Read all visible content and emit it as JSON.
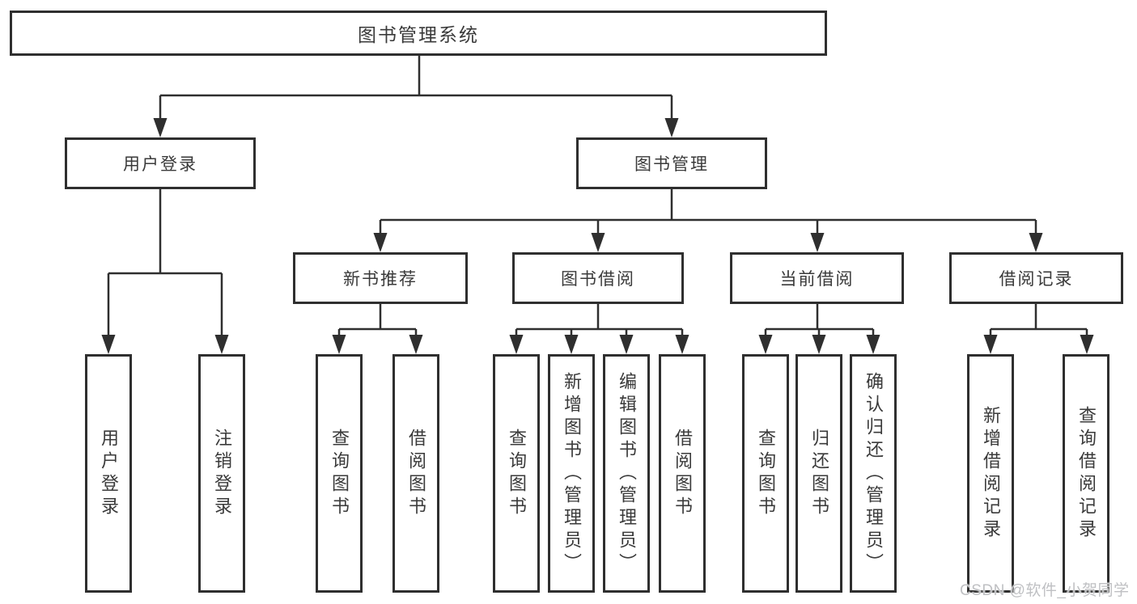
{
  "diagram": {
    "root": "图书管理系统",
    "level2": {
      "user_login": "用户登录",
      "book_management": "图书管理"
    },
    "level3": {
      "new_book_recommend": "新书推荐",
      "book_borrow": "图书借阅",
      "current_borrow": "当前借阅",
      "borrow_records": "借阅记录"
    },
    "leaves": {
      "user_login": "用户登录",
      "logout": "注销登录",
      "nbr_query_books": "查询图书",
      "nbr_borrow_books": "借阅图书",
      "bb_query_books": "查询图书",
      "bb_add_books_admin": "新增图书（管理员）",
      "bb_edit_books_admin": "编辑图书（管理员）",
      "bb_borrow_books": "借阅图书",
      "cb_query_books": "查询图书",
      "cb_return_books": "归还图书",
      "cb_confirm_return_admin": "确认归还（管理员）",
      "br_add_record": "新增借阅记录",
      "br_query_record": "查询借阅记录"
    }
  },
  "watermark": "CSDN @软件_小贺同学",
  "colors": {
    "line": "#2f2f2f",
    "box_border": "#2f2f2f",
    "text": "#3a3a3a",
    "watermark": "#bfc0c3",
    "background": "#ffffff"
  }
}
